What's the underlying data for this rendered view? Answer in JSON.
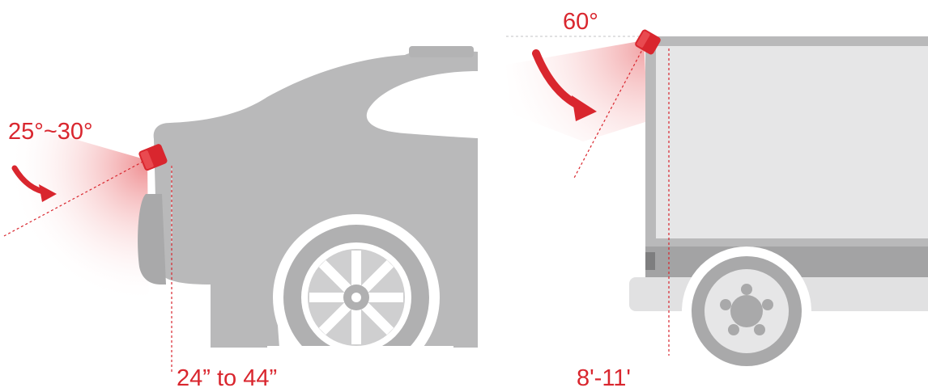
{
  "car": {
    "angle_label": "25°~30°",
    "height_label": "24” to 44”"
  },
  "truck": {
    "angle_label": "60°",
    "height_label": "8'-11'"
  },
  "colors": {
    "accent": "#d9262e",
    "vehicle_body": "#b9b9ba",
    "vehicle_panel": "#e6e6e7",
    "vehicle_dark": "#a3a3a4",
    "guide_line": "#d9262e"
  }
}
